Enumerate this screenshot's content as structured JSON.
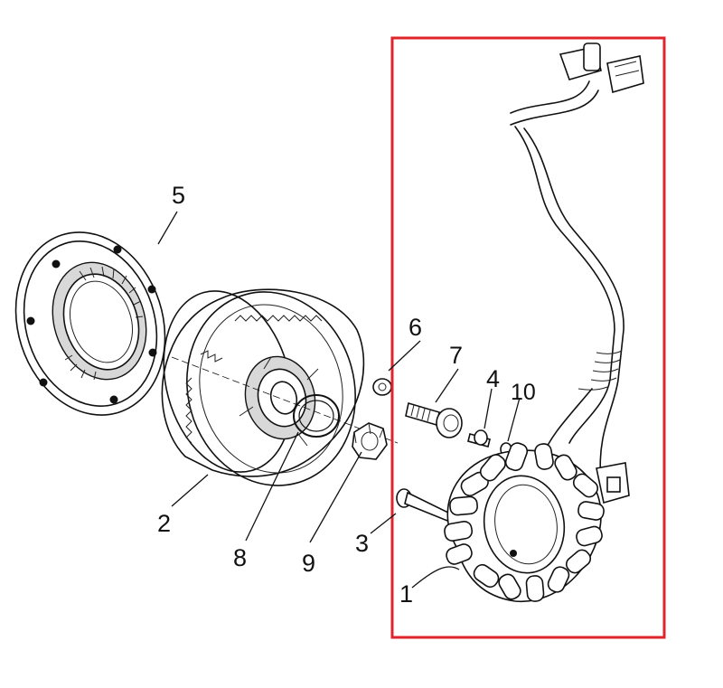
{
  "diagram": {
    "highlight_color": "#e0242b",
    "callouts": {
      "c1": "1",
      "c2": "2",
      "c3": "3",
      "c4": "4",
      "c5": "5",
      "c6": "6",
      "c7": "7",
      "c8": "8",
      "c9": "9",
      "c10": "10"
    }
  }
}
